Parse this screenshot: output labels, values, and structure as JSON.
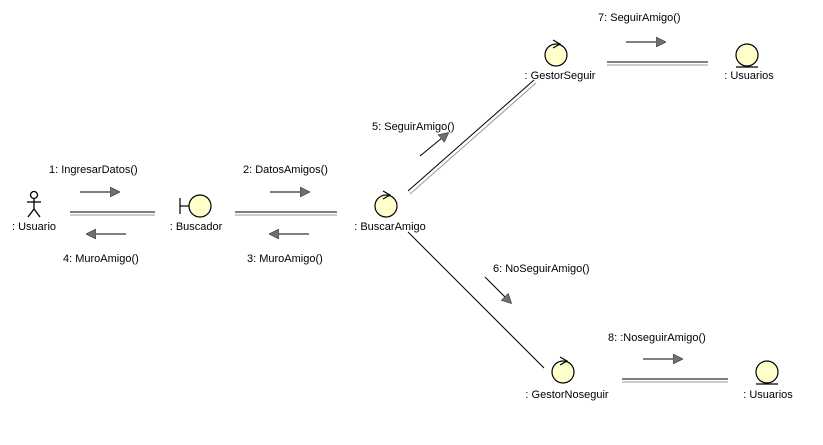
{
  "diagram": {
    "type": "uml-communication",
    "colors": {
      "object_fill": "#ffffcc",
      "object_stroke": "#000000",
      "arrow_fill": "#707070",
      "line": "#000000"
    },
    "nodes": {
      "usuario_actor": {
        "label": ": Usuario",
        "kind": "actor"
      },
      "buscador": {
        "label": ": Buscador",
        "kind": "boundary"
      },
      "buscaramigo": {
        "label": ": BuscarAmigo",
        "kind": "control"
      },
      "gestorseguir": {
        "label": ": GestorSeguir",
        "kind": "control"
      },
      "usuarios_top": {
        "label": ": Usuarios",
        "kind": "entity"
      },
      "gestornoseguir": {
        "label": ": GestorNoseguir",
        "kind": "control"
      },
      "usuarios_bottom": {
        "label": ": Usuarios",
        "kind": "entity"
      }
    },
    "messages": {
      "m1": "1: IngresarDatos()",
      "m2": "2: DatosAmigos()",
      "m3": "3: MuroAmigo()",
      "m4": "4: MuroAmigo()",
      "m5": "5: SeguirAmigo()",
      "m6": "6: NoSeguirAmigo()",
      "m7": "7: SeguirAmigo()",
      "m8": "8: :NoseguirAmigo()"
    }
  }
}
